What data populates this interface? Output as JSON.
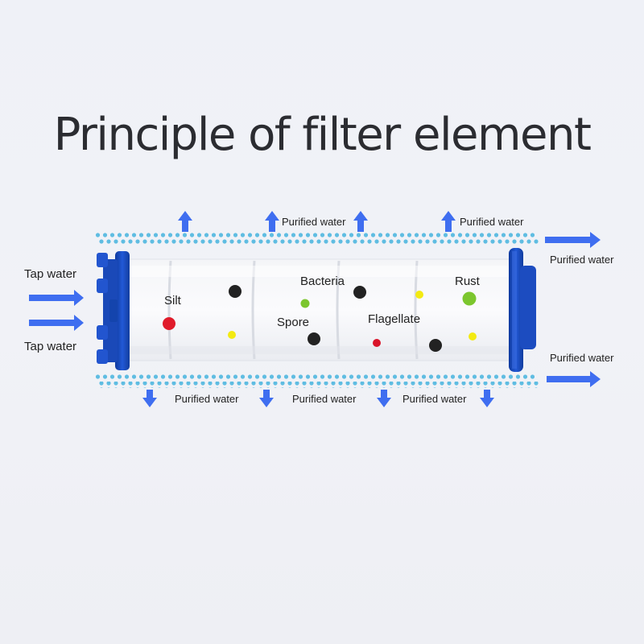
{
  "title": "Principle of filter element",
  "inputs": {
    "top": "Tap water",
    "bottom": "Tap water"
  },
  "outputs": {
    "top_1": "Purified water",
    "top_2": "Purified water",
    "right_upper": "Purified water",
    "right_lower": "Purified water",
    "bottom_1": "Purified water",
    "bottom_2": "Purified water",
    "bottom_3": "Purified water"
  },
  "contaminants": {
    "silt": "Silt",
    "bacteria": "Bacteria",
    "spore": "Spore",
    "flagellate": "Flagellate",
    "rust": "Rust"
  },
  "colors": {
    "arrow_blue": "#3f6ef0",
    "cap_blue": "#1646b8",
    "dot_cyan": "#5fbde2",
    "silt_red": "#e01b2a",
    "green": "#7cc62e",
    "yellow": "#f3ea12",
    "black": "#222222",
    "flagellate_red": "#d9142a"
  }
}
